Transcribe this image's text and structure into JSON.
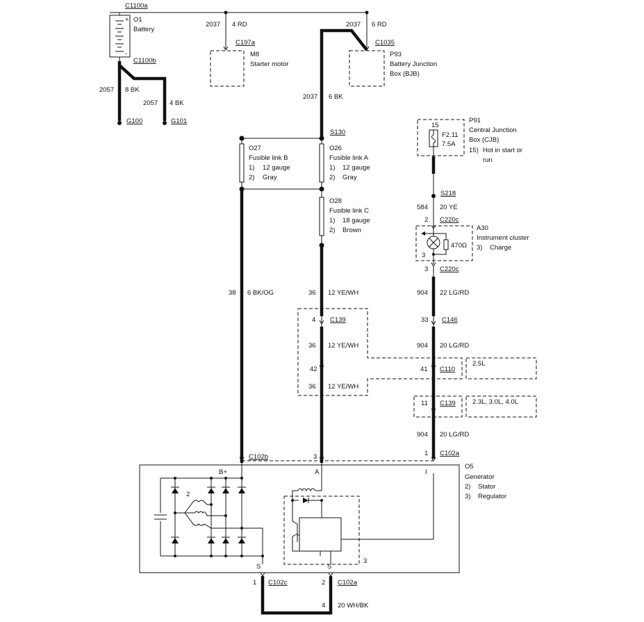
{
  "battery": {
    "connector": "C1100a",
    "id": "O1",
    "name": "Battery",
    "neg_connector": "C1100b",
    "plus": "+",
    "minus": "-"
  },
  "ground_wires": [
    {
      "circuit": "2057",
      "wire": "8 BK",
      "ground": "G100"
    },
    {
      "circuit": "2057",
      "wire": "4 BK",
      "ground": "G101"
    }
  ],
  "starter": {
    "circuit": "2037",
    "wire": "4 RD",
    "connector": "C197a",
    "id": "M8",
    "name": "Starter motor"
  },
  "bjb": {
    "circuit": "2037",
    "wire": "6 RD",
    "connector": "C1035",
    "id": "P93",
    "name1": "Battery Junction",
    "name2": "Box (BJB)"
  },
  "main_feed": {
    "circuit": "2037",
    "wire": "6 BK",
    "splice": "S130"
  },
  "fusible_links": [
    {
      "id": "O27",
      "name": "Fusible link B",
      "spec1_num": "1)",
      "spec1": "12 gauge",
      "spec2_num": "2)",
      "spec2": "Gray"
    },
    {
      "id": "O26",
      "name": "Fusible link A",
      "spec1_num": "1)",
      "spec1": "12 gauge",
      "spec2_num": "2)",
      "spec2": "Gray"
    },
    {
      "id": "O28",
      "name": "Fusible link C",
      "spec1_num": "1)",
      "spec1": "18 gauge",
      "spec2_num": "2)",
      "spec2": "Brown"
    }
  ],
  "cjb": {
    "pin": "15",
    "fuse": "F2.11",
    "rating": "7.5A",
    "id": "P91",
    "name1": "Central Junction",
    "name2": "Box (CJB)",
    "note_num": "15)",
    "note1": "Hot in start or",
    "note2": "run"
  },
  "splice_s218": "S218",
  "cluster": {
    "in_circuit": "584",
    "in_wire": "20 YE",
    "in_pin": "2",
    "in_connector": "C220c",
    "resistor": "470Ω",
    "internal_pin": "3",
    "out_pin": "3",
    "out_connector": "C220c",
    "id": "A30",
    "name": "Instrument cluster",
    "item_num": "3)",
    "item": "Charge"
  },
  "wire_bkog": {
    "circuit": "38",
    "wire": "6 BK/OG"
  },
  "wire_yewh": [
    {
      "circuit": "36",
      "wire": "12 YE/WH"
    },
    {
      "circuit": "36",
      "wire": "12 YE/WH"
    },
    {
      "circuit": "36",
      "wire": "12 YE/WH"
    }
  ],
  "c139_a": {
    "pin": "4",
    "connector": "C139"
  },
  "c139_a_lower_pin": "42",
  "wire_lgrd": [
    {
      "circuit": "904",
      "wire": "22 LG/RD"
    },
    {
      "circuit": "904",
      "wire": "20 LG/RD"
    },
    {
      "circuit": "904",
      "wire": "20 LG/RD"
    }
  ],
  "c146": {
    "pin": "33",
    "connector": "C146"
  },
  "c110": {
    "pin": "41",
    "connector": "C110",
    "variant": "2.5L"
  },
  "c139_b": {
    "pin": "11",
    "connector": "C139",
    "variant": "2.3L, 3.0L, 4.0L"
  },
  "generator": {
    "c102b": "C102b",
    "c102a_top": "C102a",
    "pin3": "3",
    "pin1": "1",
    "term_bplus": "B+",
    "term_a": "A",
    "term_i": "I",
    "id": "O5",
    "name": "Generator",
    "item2_num": "2)",
    "item2": "Stator",
    "item3_num": "3)",
    "item3": "Regulator",
    "stator_num": "2",
    "regulator_num": "3",
    "term_s_left": "S",
    "term_s_right": "S"
  },
  "bottom": {
    "pin1": "1",
    "c102c": "C102c",
    "pin2": "2",
    "c102a": "C102a",
    "circuit": "4",
    "wire": "20 WH/BK"
  }
}
